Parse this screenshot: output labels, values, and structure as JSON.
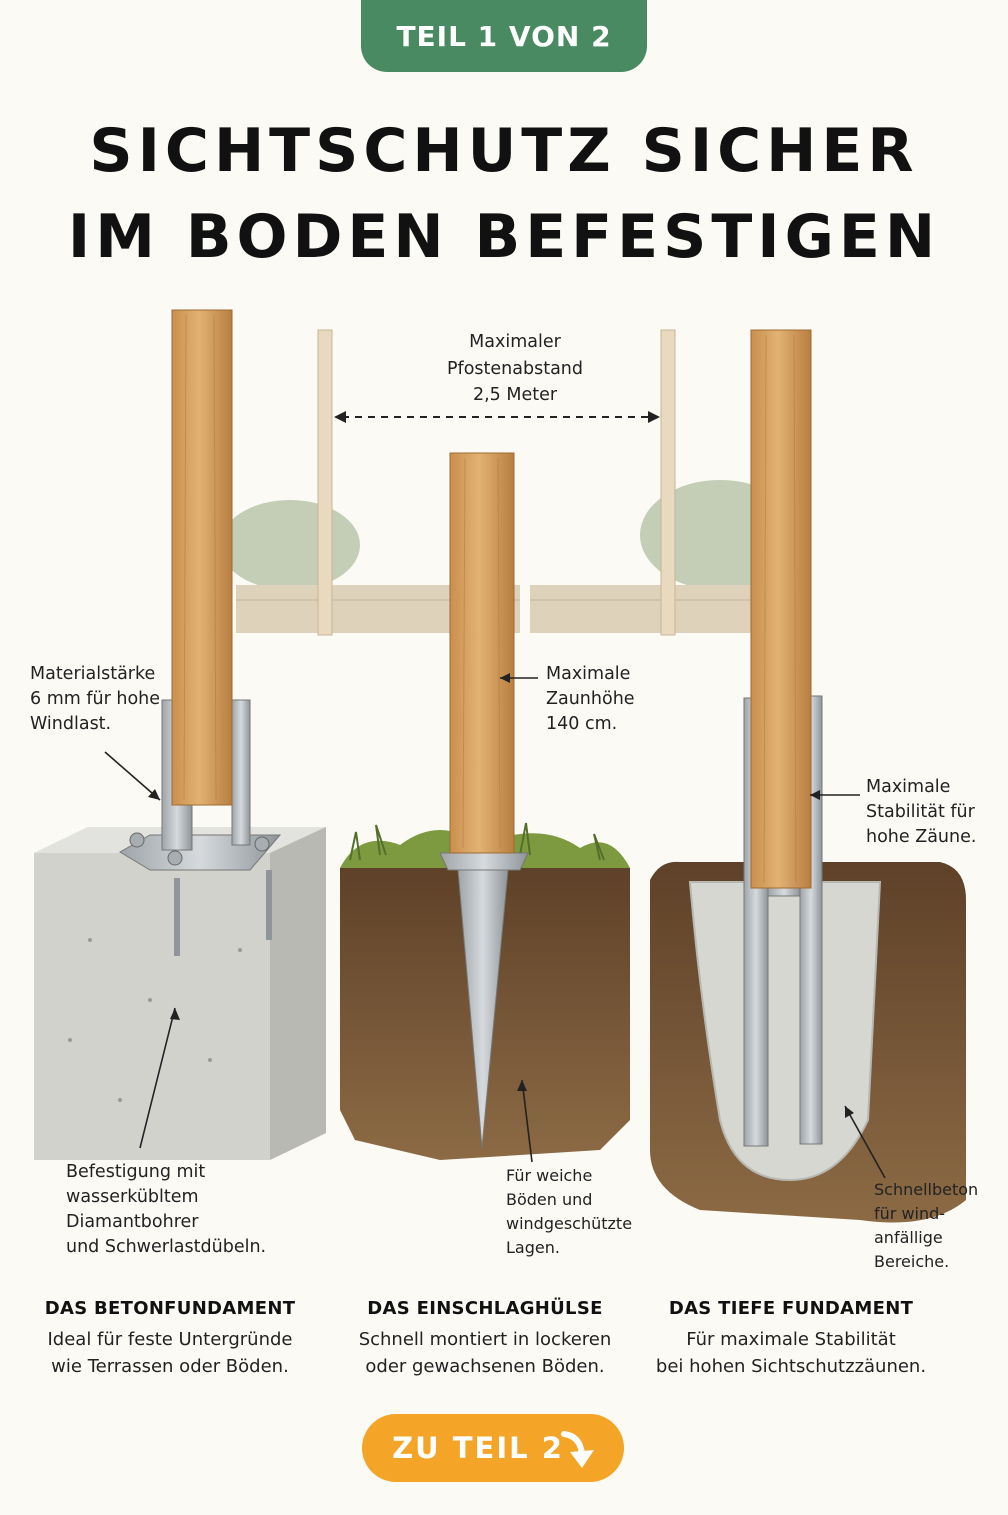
{
  "badge": "TEIL 1 VON 2",
  "title": {
    "line1": "SICHTSCHUTZ SICHER",
    "line2": "IM BODEN BEFESTIGEN"
  },
  "spacing": {
    "line1": "Maximaler",
    "line2": "Pfostenabstand",
    "line3": "2,5 Meter"
  },
  "annotations": {
    "material": [
      "Materialstärke",
      "6 mm für hohe",
      "Windlast."
    ],
    "befestigung": [
      "Befestigung mit",
      "wasserkübltem",
      "Diamantbohrer",
      "und Schwerlastdübeln."
    ],
    "zaunhoehe": [
      "Maximale",
      "Zaunhöhe",
      "140 cm."
    ],
    "weiche_boeden": [
      "Für weiche",
      "Böden und",
      "windgeschützte",
      "Lagen."
    ],
    "stabilitaet": [
      "Maximale",
      "Stabilität für",
      "hohe Zäune."
    ],
    "schnellbeton": [
      "Schnellbeton",
      "für wind-",
      "anfällige",
      "Bereiche."
    ]
  },
  "panels": [
    {
      "title": "DAS BETONFUNDAMENT",
      "desc1": "Ideal für feste Untergründe",
      "desc2": "wie Terrassen oder Böden."
    },
    {
      "title": "DAS EINSCHLAGHÜLSE",
      "desc1": "Schnell montiert in lockeren",
      "desc2": "oder gewachsenen Böden."
    },
    {
      "title": "DAS TIEFE FUNDAMENT",
      "desc1": "Für maximale Stabilität",
      "desc2": "bei hohen Sichtschutzzäunen."
    }
  ],
  "cta": {
    "label": "ZU TEIL 2"
  },
  "colors": {
    "badge": "#4a8a63",
    "cta": "#f4a426",
    "wood": "#d9a462",
    "concrete": "#cfcfca",
    "soil": "#7a5836",
    "grass": "#6f8f3a",
    "metal": "#b7bcc0"
  }
}
